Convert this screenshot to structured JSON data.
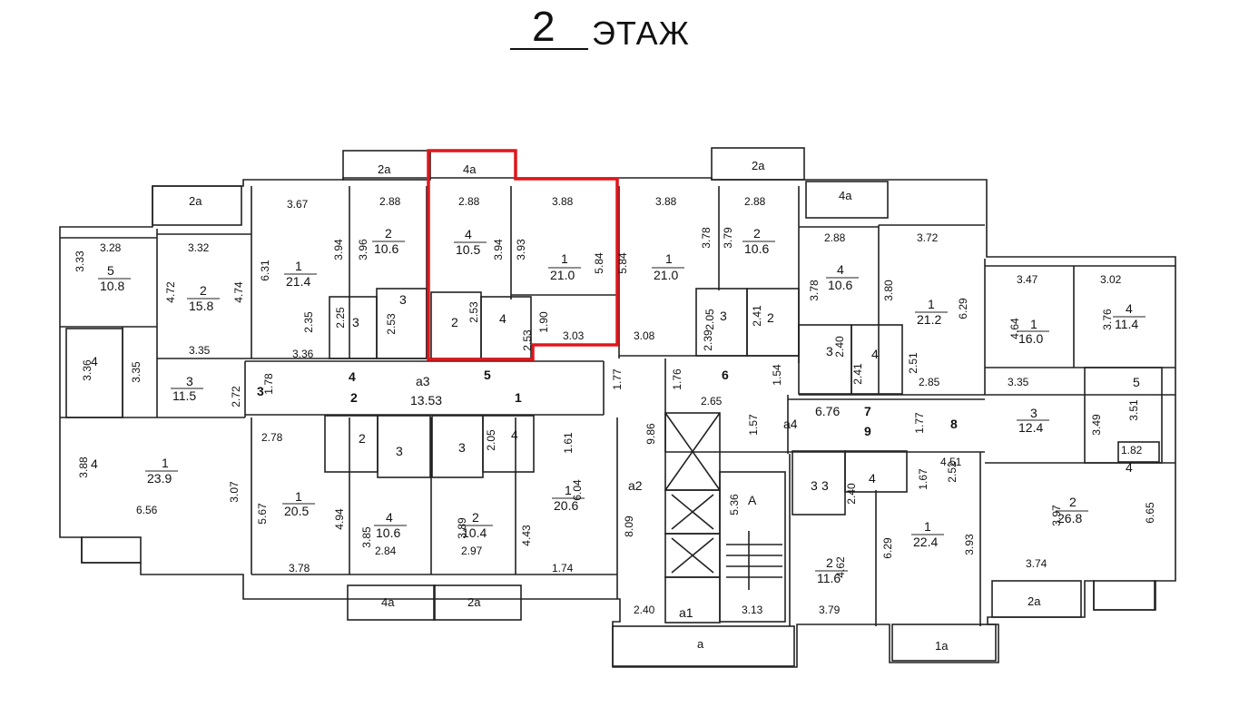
{
  "title": {
    "number": "2",
    "word": "ЭТАЖ"
  },
  "colors": {
    "highlight": "#e0161c",
    "wall": "#222222",
    "marker": "#d42a2a"
  },
  "balconies": [
    {
      "id": "b1",
      "label": "2а"
    },
    {
      "id": "b2",
      "label": "2а"
    },
    {
      "id": "b3",
      "label": "4а"
    },
    {
      "id": "b4",
      "label": "2а"
    },
    {
      "id": "b5",
      "label": "4а"
    },
    {
      "id": "b6",
      "label": "4а"
    },
    {
      "id": "b7",
      "label": "2а"
    },
    {
      "id": "b8",
      "label": "2а"
    },
    {
      "id": "b9",
      "label": "1а"
    },
    {
      "id": "b10",
      "label": "а"
    }
  ],
  "rooms": [
    {
      "id": "r1",
      "num": "5",
      "area": "10.8"
    },
    {
      "id": "r2",
      "num": "2",
      "area": "15.8"
    },
    {
      "id": "r3",
      "num": "1",
      "area": "21.4"
    },
    {
      "id": "r4",
      "num": "2",
      "area": "10.6"
    },
    {
      "id": "r5",
      "num": "4",
      "area": "10.5"
    },
    {
      "id": "r6",
      "num": "1",
      "area": "21.0"
    },
    {
      "id": "r7",
      "num": "1",
      "area": "21.0"
    },
    {
      "id": "r8",
      "num": "2",
      "area": "10.6"
    },
    {
      "id": "r9",
      "num": "4",
      "area": "10.6"
    },
    {
      "id": "r10",
      "num": "1",
      "area": "21.2"
    },
    {
      "id": "r11",
      "num": "1",
      "area": "16.0"
    },
    {
      "id": "r12",
      "num": "4",
      "area": "11.4"
    },
    {
      "id": "r13",
      "num": "3",
      "area": "11.5"
    },
    {
      "id": "r14",
      "num": "1",
      "area": "23.9"
    },
    {
      "id": "r15",
      "num": "1",
      "area": "20.5"
    },
    {
      "id": "r16",
      "num": "4",
      "area": "10.6"
    },
    {
      "id": "r17",
      "num": "2",
      "area": "10.4"
    },
    {
      "id": "r18",
      "num": "1",
      "area": "20.6"
    },
    {
      "id": "r19",
      "num": "3",
      "area": "12.4"
    },
    {
      "id": "r20",
      "num": "2",
      "area": "26.8"
    },
    {
      "id": "r21",
      "num": "1",
      "area": "22.4"
    },
    {
      "id": "r22",
      "num": "2",
      "area": "11.6"
    }
  ],
  "small_rooms": [
    "4",
    "3",
    "3",
    "2",
    "4",
    "3",
    "2",
    "4",
    "3",
    "2",
    "3",
    "3",
    "4",
    "4",
    "3",
    "4",
    "5",
    "4",
    "3"
  ],
  "areas": [
    "а3",
    "а4",
    "а2",
    "A",
    "а1"
  ],
  "area_values": {
    "a3": "13.53",
    "a4": "6.76"
  },
  "markers": [
    "3",
    "4",
    "5",
    "2",
    "1",
    "6",
    "7",
    "9",
    "8"
  ],
  "dims": [
    "3.67",
    "2.88",
    "2.88",
    "3.88",
    "3.88",
    "2.88",
    "2.88",
    "3.72",
    "3.28",
    "3.32",
    "3.47",
    "3.02",
    "3.33",
    "4.72",
    "4.74",
    "6.31",
    "3.94",
    "3.96",
    "3.94",
    "3.93",
    "5.84",
    "5.84",
    "3.78",
    "3.79",
    "3.78",
    "3.80",
    "6.29",
    "4.64",
    "3.76",
    "2.25",
    "2.35",
    "2.53",
    "2.53",
    "1.90",
    "2.53",
    "2.05",
    "2.39",
    "2.41",
    "2.40",
    "2.41",
    "2.51",
    "3.35",
    "3.36",
    "3.35",
    "3.03",
    "3.08",
    "2.85",
    "3.35",
    "1.78",
    "2.72",
    "1.77",
    "1.76",
    "1.54",
    "2.65",
    "1.57",
    "1.77",
    "3.49",
    "3.51",
    "1.82",
    "2.78",
    "1.61",
    "2.05",
    "9.86",
    "3.88",
    "3.07",
    "6.56",
    "5.67",
    "4.94",
    "3.85",
    "2.84",
    "3.89",
    "2.97",
    "4.43",
    "6.04",
    "8.09",
    "5.36",
    "2.40",
    "1.67",
    "2.52",
    "4.51",
    "3.97",
    "6.65",
    "3.74",
    "3.78",
    "1.74",
    "2.40",
    "3.13",
    "3.79",
    "4.62",
    "6.29",
    "3.93"
  ]
}
